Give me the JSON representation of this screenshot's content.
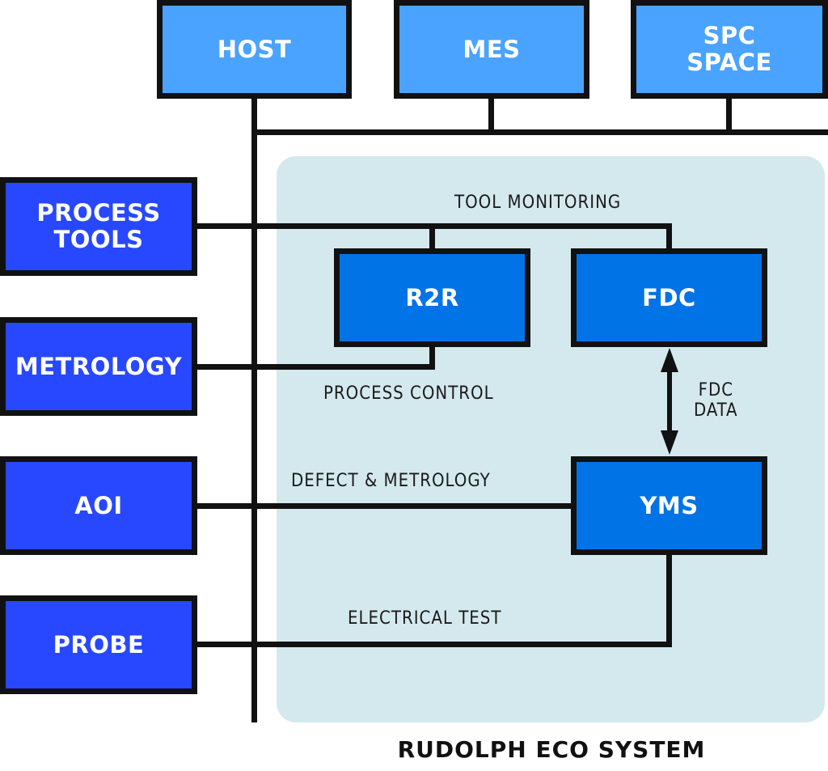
{
  "diagram": {
    "title": "RUDOLPH ECO SYSTEM",
    "colors": {
      "top_boxes": "#4aa3ff",
      "left_boxes": "#2848ff",
      "eco_boxes": "#0073e6",
      "eco_region": "#d4e9ee",
      "lines": "#111111"
    },
    "top_nodes": [
      {
        "id": "host",
        "label": "HOST"
      },
      {
        "id": "mes",
        "label": "MES"
      },
      {
        "id": "spc",
        "label": "SPC\nSPACE"
      }
    ],
    "left_nodes": [
      {
        "id": "process-tools",
        "label": "PROCESS\nTOOLS"
      },
      {
        "id": "metrology",
        "label": "METROLOGY"
      },
      {
        "id": "aoi",
        "label": "AOI"
      },
      {
        "id": "probe",
        "label": "PROBE"
      }
    ],
    "eco_nodes": [
      {
        "id": "r2r",
        "label": "R2R"
      },
      {
        "id": "fdc",
        "label": "FDC"
      },
      {
        "id": "yms",
        "label": "YMS"
      }
    ],
    "connection_labels": {
      "tool_monitoring": "TOOL MONITORING",
      "process_control": "PROCESS CONTROL",
      "fdc_data": "FDC\nDATA",
      "defect_metrology": "DEFECT & METROLOGY",
      "electrical_test": "ELECTRICAL TEST"
    },
    "edges": [
      {
        "from": "host",
        "to": "bus"
      },
      {
        "from": "mes",
        "to": "bus"
      },
      {
        "from": "spc",
        "to": "bus"
      },
      {
        "from": "process-tools",
        "to": "r2r",
        "label": "TOOL MONITORING"
      },
      {
        "from": "process-tools",
        "to": "fdc",
        "label": "TOOL MONITORING"
      },
      {
        "from": "metrology",
        "to": "r2r",
        "label": "PROCESS CONTROL"
      },
      {
        "from": "fdc",
        "to": "yms",
        "label": "FDC DATA",
        "bidirectional": true
      },
      {
        "from": "aoi",
        "to": "yms",
        "label": "DEFECT & METROLOGY"
      },
      {
        "from": "probe",
        "to": "yms",
        "label": "ELECTRICAL TEST"
      }
    ]
  }
}
